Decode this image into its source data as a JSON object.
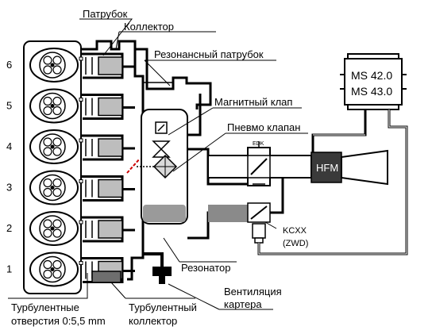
{
  "labels": {
    "patrubok": "Патрубок",
    "kollektor": "Коллектор",
    "rezonansnyi_patrubok": "Резонансный патрубок",
    "magnitnyi_klap": "Магнитный клап",
    "pnevmo_klapan": "Пневмо клапан",
    "rezonator": "Резонатор",
    "ventilyatsiya_1": "Вентиляция",
    "ventilyatsiya_2": "картера",
    "turb_otv_1": "Турбулентные",
    "turb_otv_2": "отверстия 0:5,5 mm",
    "turb_koll_1": "Турбулентный",
    "turb_koll_2": "коллектор",
    "edk": "EDK",
    "hfm": "HFM",
    "kcxx": "KCXX",
    "zwd": "(ZWD)",
    "ms_line1": "MS 42.0",
    "ms_line2": "MS 43.0"
  },
  "cylinders": [
    "6",
    "5",
    "4",
    "3",
    "2",
    "1"
  ],
  "colors": {
    "outline": "#000000",
    "fill_gray": "#bdbdbd",
    "dark_gray": "#6e6e6e",
    "hfm_box": "#3a3a3a",
    "red_dash": "#cc0000"
  }
}
